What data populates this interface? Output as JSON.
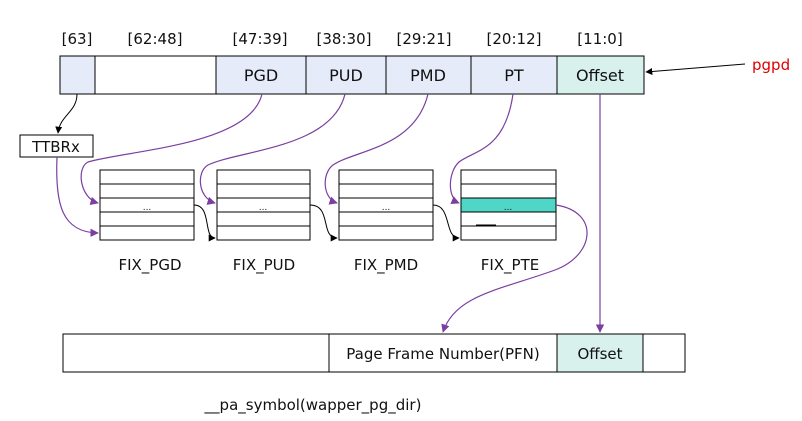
{
  "bit_labels": [
    "[63]",
    "[62:48]",
    "[47:39]",
    "[38:30]",
    "[29:21]",
    "[20:12]",
    "[11:0]"
  ],
  "va_fields": [
    "PGD",
    "PUD",
    "PMD",
    "PT",
    "Offset"
  ],
  "pgpd_label": "pgpd",
  "ttbr_label": "TTBRx",
  "tables": [
    {
      "label": "FIX_PGD",
      "entry_text": "..."
    },
    {
      "label": "FIX_PUD",
      "entry_text": "..."
    },
    {
      "label": "FIX_PMD",
      "entry_text": "..."
    },
    {
      "label": "FIX_PTE",
      "entry_text": "..."
    }
  ],
  "pa_fields": [
    "Page Frame Number(PFN)",
    "Offset"
  ],
  "caption": "__pa_symbol(wapper_pg_dir)",
  "colors": {
    "va_field_fill": "#e6ebfa",
    "offset_fill": "#d8f1ec",
    "highlight_entry": "#4fd6c6",
    "arrow_purple": "#7a3fa0",
    "pgpd_red": "#e00000",
    "stroke": "#000000"
  }
}
